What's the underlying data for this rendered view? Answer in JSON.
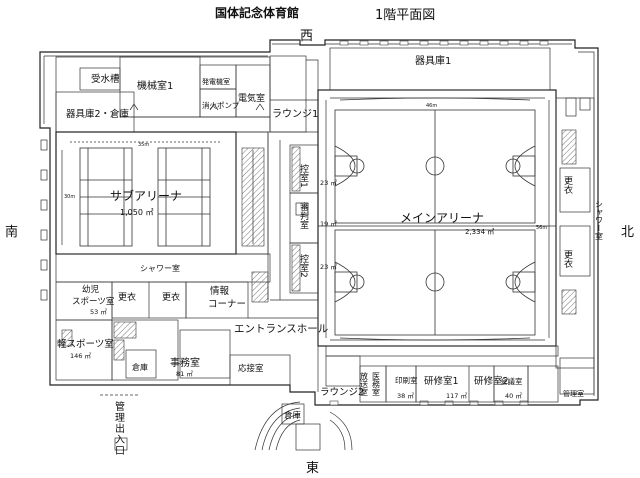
{
  "title": {
    "main": "国体記念体育館",
    "floor": "1階平面図"
  },
  "compass": {
    "west": "西",
    "east": "東",
    "south": "南",
    "north": "北"
  },
  "rooms": {
    "storage_1": "器具庫1",
    "storage_2": "器具庫2・倉庫",
    "water_tank": "受水槽",
    "machine_room_1": "機械室1",
    "generator_room": "発電機室",
    "fire_pump": "消火ポンプ",
    "electric_room": "電気室",
    "lounge_1": "ラウンジ1",
    "lounge_2": "ラウンジ2",
    "sub_arena": "サブアリーナ",
    "sub_arena_area": "1,050 ㎡",
    "main_arena": "メインアリーナ",
    "main_arena_area": "2,334 ㎡",
    "waiting_room_1": "控室1",
    "waiting_room_1_area": "23 ㎡",
    "waiting_room_2": "控室2",
    "waiting_room_2_area": "23 ㎡",
    "referee_room": "審判室",
    "referee_room_area": "19 ㎡",
    "shower_room": "シャワー室",
    "shower_room_east": "シャワー室",
    "changing_1": "更衣",
    "changing_2": "更衣",
    "changing_east_1": "更衣",
    "changing_east_2": "更衣",
    "info_corner_1": "情報",
    "info_corner_2": "コーナー",
    "kids_sports_1": "幼児",
    "kids_sports_2": "スポーツ室",
    "kids_sports_area": "53 ㎡",
    "light_sports": "軽スポーツ室",
    "light_sports_area": "146 ㎡",
    "entrance_hall": "エントランスホール",
    "office": "事務室",
    "office_area": "81 ㎡",
    "storage_small": "倉庫",
    "reception": "応接室",
    "storage_east": "倉庫",
    "broadcast_room": "放送室",
    "medical_room": "医務室",
    "printing_room": "印刷室",
    "printing_room_area": "38 ㎡",
    "training_room_1": "研修室1",
    "training_room_area": "117 ㎡",
    "training_room_2": "研修室2",
    "meeting_room": "会議室",
    "meeting_room_area": "40 ㎡",
    "management_room": "管理室",
    "management_entrance_1": "管",
    "management_entrance_2": "理",
    "management_entrance_3": "出",
    "management_entrance_4": "入",
    "management_entrance_5": "口"
  },
  "dimensions": {
    "sub_arena_width": "35m",
    "sub_arena_depth": "30m",
    "main_arena_width": "46m",
    "main_arena_depth": "56m"
  }
}
